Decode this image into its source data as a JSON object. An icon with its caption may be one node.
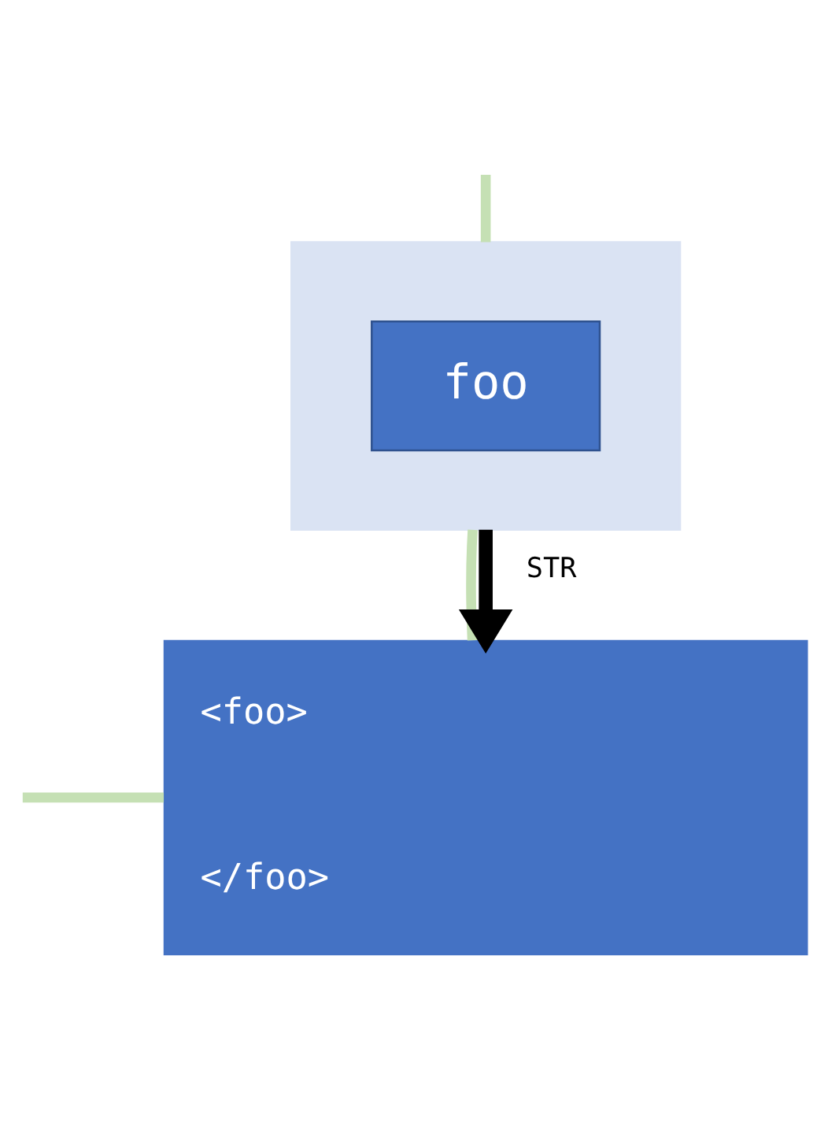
{
  "diagram": {
    "nodes": [
      {
        "text": [],
        "shape": "box"
      },
      {
        "text": [
          "foo"
        ],
        "in": 0
      },
      {
        "text": [
          "<foo>",
          "</foo>"
        ]
      }
    ],
    "edges": [
      {
        "from": null,
        "to": 0,
        "arrow": "none",
        "color": "#c5e0b4"
      },
      {
        "from": 0,
        "to": 2,
        "arrow": "none",
        "color": "#c5e0b4"
      },
      {
        "from": null,
        "to": 2,
        "arrow": "none",
        "color": "#c5e0b4"
      },
      {
        "from": 0,
        "to": 2,
        "arrow": "to",
        "color": "#000000",
        "label": "STR"
      }
    ]
  }
}
